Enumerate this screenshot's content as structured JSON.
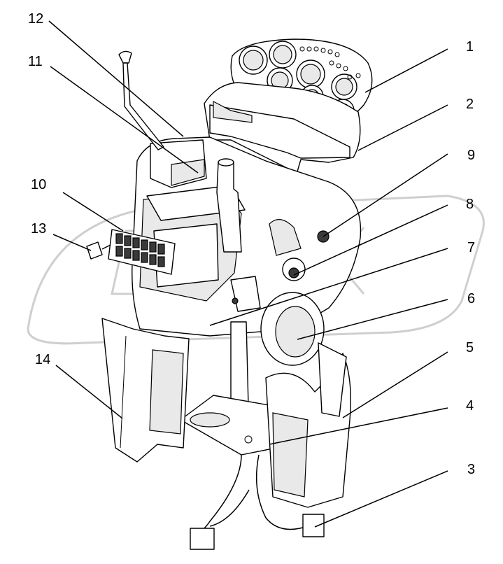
{
  "callouts": [
    {
      "id": "1",
      "label": "1"
    },
    {
      "id": "2",
      "label": "2"
    },
    {
      "id": "3",
      "label": "3"
    },
    {
      "id": "4",
      "label": "4"
    },
    {
      "id": "5",
      "label": "5"
    },
    {
      "id": "6",
      "label": "6"
    },
    {
      "id": "7",
      "label": "7"
    },
    {
      "id": "8",
      "label": "8"
    },
    {
      "id": "9",
      "label": "9"
    },
    {
      "id": "10",
      "label": "10"
    },
    {
      "id": "11",
      "label": "11"
    },
    {
      "id": "12",
      "label": "12"
    },
    {
      "id": "13",
      "label": "13"
    },
    {
      "id": "14",
      "label": "14"
    }
  ],
  "colors": {
    "line": "#000000",
    "background": "#ffffff",
    "watermark": "#cfcfcf"
  }
}
